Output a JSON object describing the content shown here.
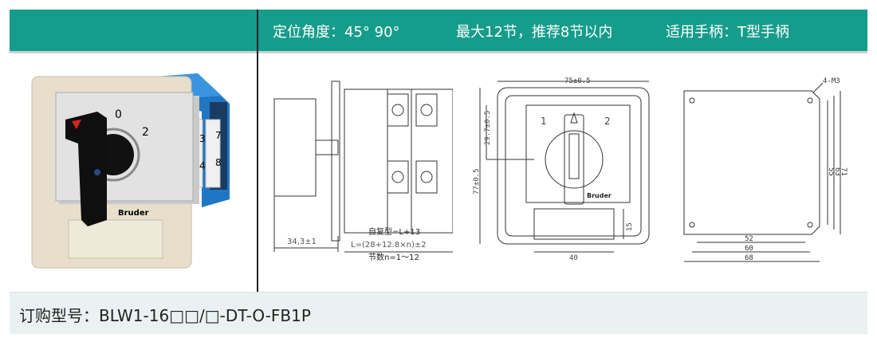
{
  "header": {
    "angle": "定位角度：45°  90°",
    "sections": "最大12节，推荐8节以内",
    "handle": "适用手柄：T型手柄"
  },
  "photo": {
    "dial_0": "0",
    "dial_2": "2",
    "side_3": "3",
    "side_7": "7",
    "side_4": "4",
    "side_8": "8",
    "brand": "Bruder"
  },
  "side_drawing": {
    "dim_width": "34,3±1",
    "formula_1": "自复型=L+13",
    "formula_2": "L=(28+12.8×n)±2",
    "formula_3": "节数n=1～12"
  },
  "front_drawing": {
    "dim_top": "75±0.5",
    "dim_left": "77±0.5",
    "dim_inner": "29.7±0.5",
    "pos_1": "1",
    "pos_2": "2",
    "brand": "Bruder",
    "dim_bottom": "40",
    "dim_right": "15"
  },
  "mount_drawing": {
    "screw": "4-M3",
    "dim_52": "52",
    "dim_60": "60",
    "dim_68": "68",
    "dim_55": "55",
    "dim_63": "63",
    "dim_71": "71"
  },
  "footer": {
    "order_code": "订购型号：BLW1-16□□/□-DT-O-FB1P"
  }
}
